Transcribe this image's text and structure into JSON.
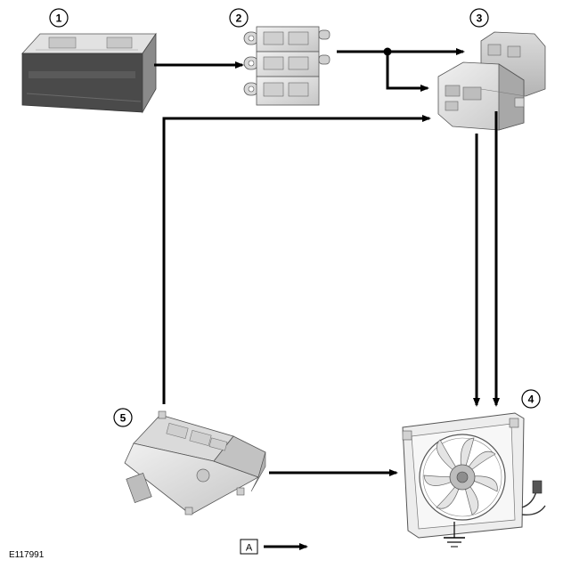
{
  "figure_id": "E117991",
  "callouts": [
    {
      "number": "1"
    },
    {
      "number": "2"
    },
    {
      "number": "3"
    },
    {
      "number": "4"
    },
    {
      "number": "5"
    }
  ],
  "legend": {
    "label": "A"
  },
  "components": [
    "battery-icon",
    "fuse-relay-block-icon",
    "power-distribution-box-icon",
    "cooling-fan-assembly-icon",
    "engine-control-module-icon",
    "ground-symbol-icon"
  ]
}
